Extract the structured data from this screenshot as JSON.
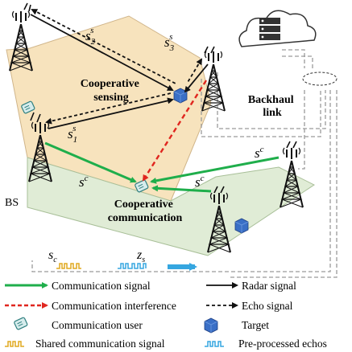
{
  "labels": {
    "cooperative_sensing": [
      "Cooperative",
      "sensing"
    ],
    "cooperative_communication": [
      "Cooperative",
      "communication"
    ],
    "backhaul": [
      "Backhaul",
      "link"
    ],
    "bs": "BS",
    "s2": {
      "base": "s",
      "sub": "2",
      "sup": "s"
    },
    "s3": {
      "base": "s",
      "sub": "3",
      "sup": "s"
    },
    "s1": {
      "base": "s",
      "sub": "1",
      "sup": "s"
    },
    "sc_a": {
      "base": "s",
      "sup": "c"
    },
    "sc_b": {
      "base": "s",
      "sup": "c"
    },
    "sc_c": {
      "base": "s",
      "sup": "c"
    },
    "signal_s": {
      "base": "s",
      "sub": "c"
    },
    "signal_z": {
      "base": "z",
      "sub": "s"
    }
  },
  "legend": {
    "communication_signal": "Communication signal",
    "communication_interference": "Communication interference",
    "communication_user": "Communication user",
    "shared_signal": "Shared communication signal",
    "radar_signal": "Radar signal",
    "echo_signal": "Echo signal",
    "target": "Target",
    "preprocessed_echos": "Pre-processed echos"
  },
  "colors": {
    "sensing_region": "#f7e3bd",
    "communication_region": "#e0ecd6",
    "comm_signal": "#1fae4b",
    "interference": "#e0261f",
    "target": "#3a6fc6",
    "shared_wave": "#e0a81e",
    "echo_wave": "#35a6e0",
    "backhaul": "#9a9a9a"
  },
  "icons": [
    "base-station-icon",
    "communication-user-icon",
    "target-cube-icon",
    "cloud-server-icon"
  ]
}
